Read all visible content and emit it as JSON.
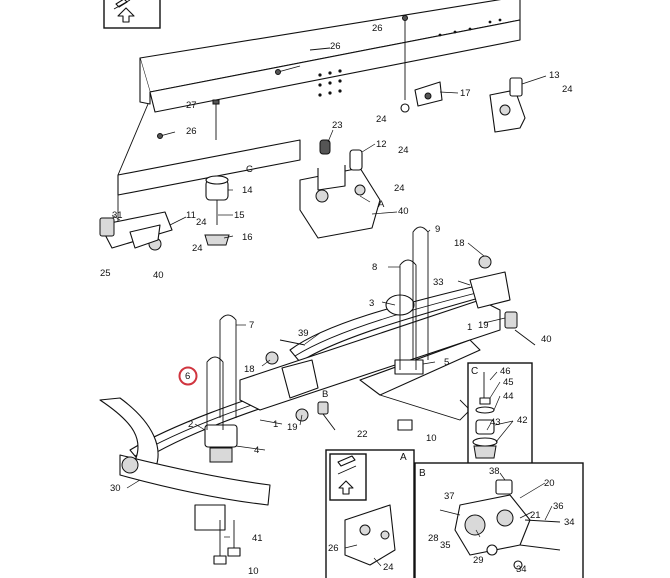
{
  "diagram": {
    "highlight_color": "#d0353f",
    "callouts": {
      "c1": "1",
      "c1b": "1",
      "c2": "2",
      "c3": "3",
      "c4": "4",
      "c5": "5",
      "c6": "6",
      "c7": "7",
      "c8": "8",
      "c9": "9",
      "c10a": "10",
      "c10b": "10",
      "c11": "11",
      "c12": "12",
      "c13": "13",
      "c14": "14",
      "c15": "15",
      "c16": "16",
      "c17": "17",
      "c18a": "18",
      "c18b": "18",
      "c19a": "19",
      "c19b": "19",
      "c20": "20",
      "c21": "21",
      "c22": "22",
      "c23": "23",
      "c24a": "24",
      "c24b": "24",
      "c24c": "24",
      "c24d": "24",
      "c24e": "24",
      "c24f": "24",
      "c24g": "24",
      "c25": "25",
      "c26a": "26",
      "c26b": "26",
      "c26c": "26",
      "c26d": "26",
      "c27": "27",
      "c28": "28",
      "c29": "29",
      "c30": "30",
      "c31": "31",
      "c33": "33",
      "c34a": "34",
      "c34b": "34",
      "c35": "35",
      "c36": "36",
      "c37": "37",
      "c38": "38",
      "c39": "39",
      "c40a": "40",
      "c40b": "40",
      "c40c": "40",
      "c41": "41",
      "c42": "42",
      "c43": "43",
      "c44": "44",
      "c45": "45",
      "c46": "46",
      "cC": "C",
      "cA": "A",
      "cB": "B"
    },
    "detail_labels": {
      "a": "A",
      "b": "B",
      "c": "C"
    },
    "icons": [
      "edit-icon",
      "up-arrow-icon"
    ]
  }
}
